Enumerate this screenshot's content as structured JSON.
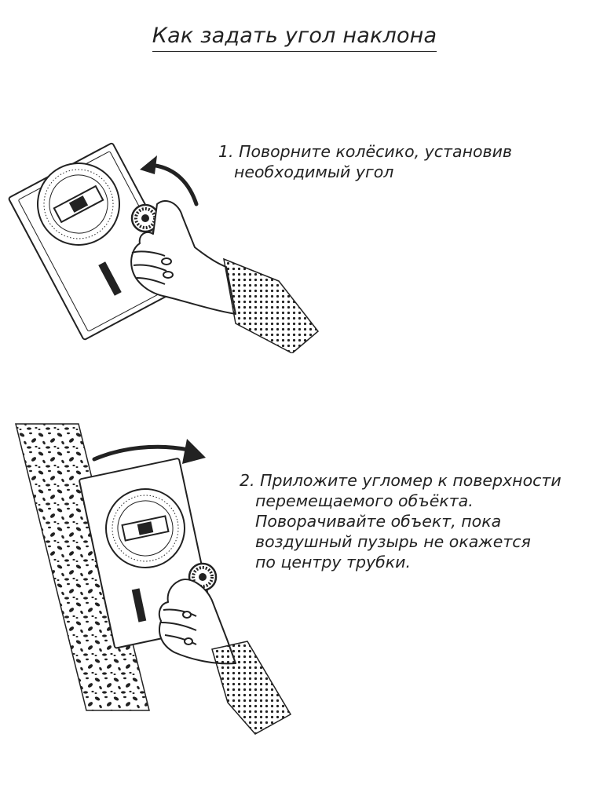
{
  "title": "Как задать угол наклона",
  "steps": [
    {
      "lines": [
        "1. Поворните колёсико, установив",
        "необходимый угол"
      ]
    },
    {
      "lines": [
        "2. Приложите угломер к поверхности",
        "перемещаемого объёкта.",
        "Поворачивайте объект, пока",
        "воздушный пузырь не окажется",
        "по центру трубки."
      ]
    }
  ],
  "illustrations": [
    {
      "name": "hand-turning-dial-illustration",
      "arrow": "counter-clockwise"
    },
    {
      "name": "protractor-on-surface-illustration",
      "arrow": "clockwise"
    }
  ],
  "colors": {
    "ink": "#222222",
    "background": "#ffffff"
  }
}
